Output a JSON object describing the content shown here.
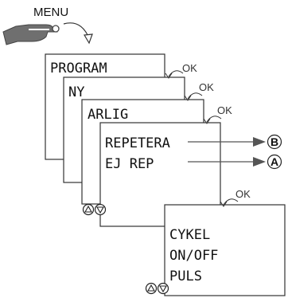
{
  "menu_label": "MENU",
  "screens": {
    "program": "PROGRAM",
    "ny": "NY",
    "arlig": "ARLIG",
    "repetera": "REPETERA",
    "ejrep": "EJ REP",
    "cykel": "CYKEL",
    "onoff": "ON/OFF",
    "puls": "PULS"
  },
  "ok_labels": [
    "OK",
    "OK",
    "OK",
    "OK"
  ],
  "targets": [
    "B",
    "A"
  ]
}
